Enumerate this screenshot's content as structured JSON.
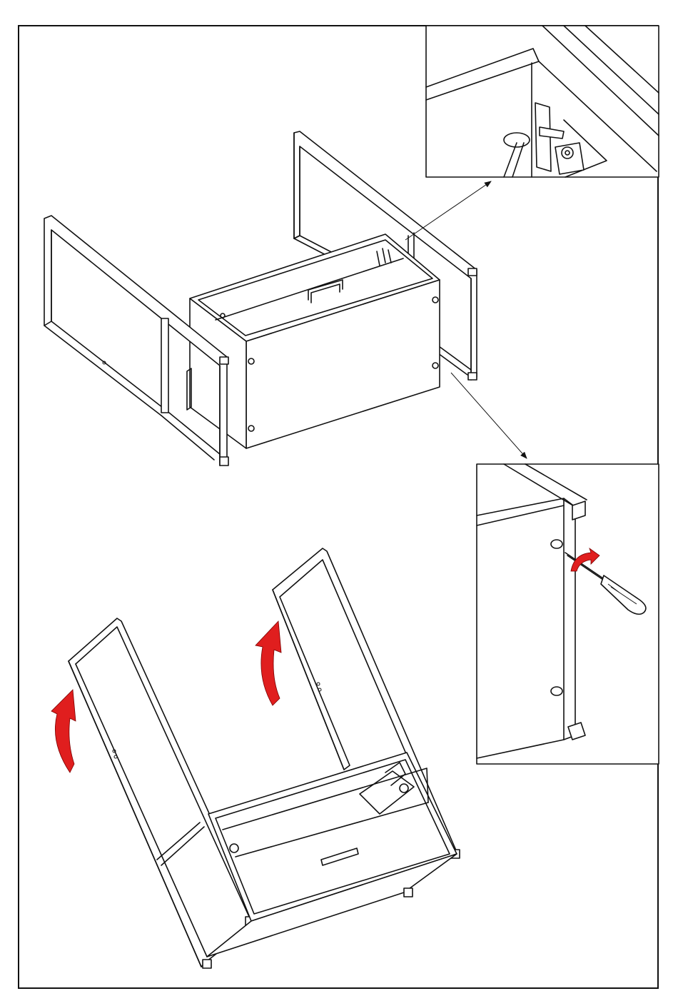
{
  "colors": {
    "line": "#111111",
    "background": "#ffffff",
    "arrow": "#e01e1e",
    "arrow_edge": "#7a0000"
  },
  "figure": {
    "step_view_1": "frames-attached-to-cabinet",
    "step_view_2": "cabinet-tilted-upright",
    "detail_1": "bolt-inside-cabinet-closeup",
    "detail_2": "screwdriver-tightening-closeup",
    "rotation_arrows": 3
  },
  "icons": [
    "screwdriver-icon",
    "rotate-arrow-icon",
    "leader-arrow-icon"
  ]
}
